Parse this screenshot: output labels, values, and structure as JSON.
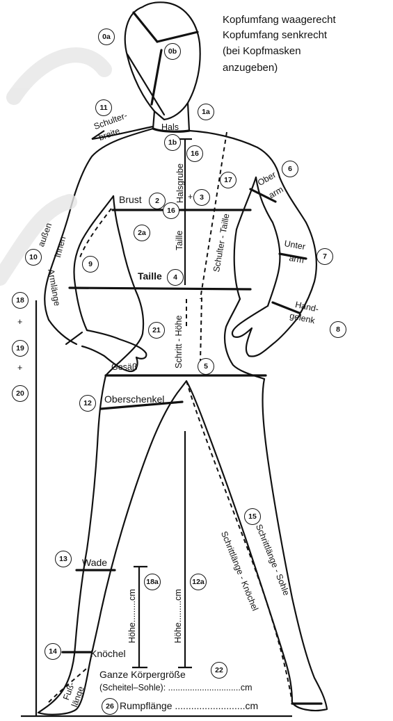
{
  "notes": {
    "line1": "Kopfumfang waagerecht",
    "line2": "Kopfumfang senkrecht",
    "line3": "(bei Kopfmasken",
    "line4": "anzugeben)"
  },
  "badges": {
    "b0a": "0a",
    "b0b": "0b",
    "b1a": "1a",
    "b1b": "1b",
    "b2": "2",
    "b2a": "2a",
    "b3": "3",
    "b4": "4",
    "b5": "5",
    "b6": "6",
    "b7": "7",
    "b8": "8",
    "b9": "9",
    "b10": "10",
    "b11": "11",
    "b12": "12",
    "b12a": "12a",
    "b13": "13",
    "b14": "14",
    "b15": "15",
    "b16": "16",
    "b16b": "16",
    "b17": "17",
    "b18": "18",
    "b18a": "18a",
    "b19": "19",
    "b20": "20",
    "b21": "21",
    "b22": "22",
    "b26": "26"
  },
  "labels": {
    "hals": "Hals",
    "schulter": "Schulter-",
    "breite": "breite",
    "halsgrube": "Halsgrube",
    "taille_vertical": "Taille",
    "brust": "Brust",
    "oberarm_1": "Ober",
    "oberarm_2": "arm",
    "unterarm_1": "Unter",
    "unterarm_2": "arm",
    "schulter_taille": "Schulter - Taille",
    "aussen": "außen",
    "innen": "innen",
    "armlaenge": "Armlänge",
    "taille": "Taille",
    "hand": "Hand-",
    "gelenk": "gelenk",
    "schritt_hoehe": "Schritt - Höhe",
    "gesass": "Gesäß",
    "oberschenkel": "Oberschenkel",
    "plus1": "+",
    "plus2": "+",
    "plus_brust": "+",
    "schrittlaenge_sohle": "Schrittlänge - Sohle",
    "schrittlaenge_knoechel": "Schrittlänge - Knöchel",
    "wade": "Wade",
    "knoechel": "Knöchel",
    "hoehe_a": "Höhe.........cm",
    "hoehe_b": "Höhe.........cm",
    "ganze": "Ganze Körpergröße",
    "scheitel": "(Scheitel–Sohle): ..............................cm",
    "rumpflaenge": "Rumpflänge ..........................cm",
    "fuss": "Fuß-",
    "laenge": "länge"
  }
}
